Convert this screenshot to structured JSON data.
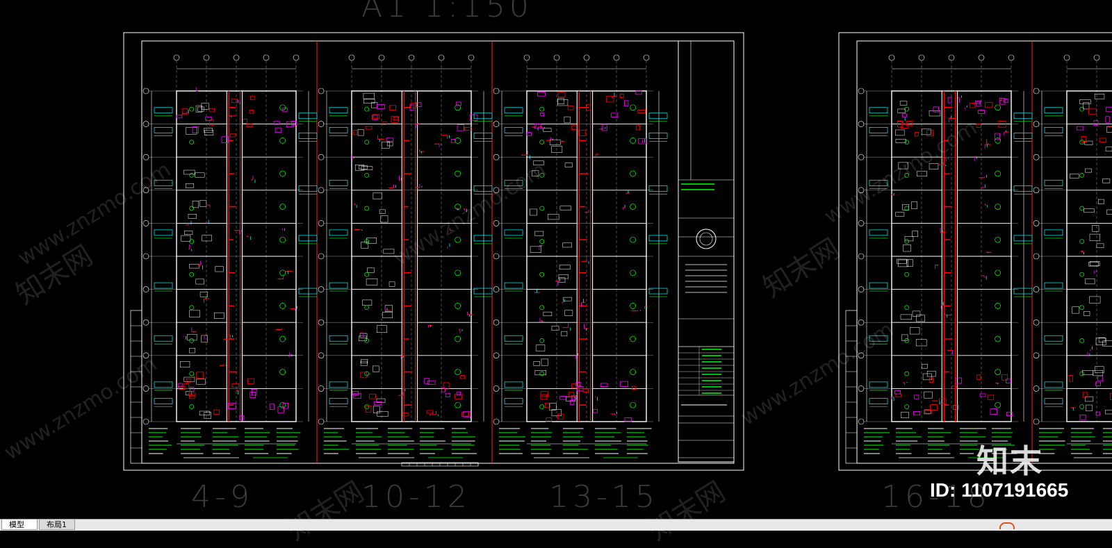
{
  "drawing": {
    "header_label": "A1   1:150",
    "floor_labels": [
      "4-9",
      "10-12",
      "13-15",
      "16-18"
    ],
    "scale_text": "1:150"
  },
  "watermarks": {
    "site": "www.znzmo.com",
    "brand": "知末网",
    "logo_text": "知末",
    "id_text": "ID: 1107191665"
  },
  "tabs": [
    {
      "label": "模型",
      "active": true
    },
    {
      "label": "布局1",
      "active": false
    }
  ],
  "colors": {
    "background": "#000000",
    "sheet_frame": "#ffffff",
    "divider": "#ff2020",
    "annotation": "#00ff00",
    "pipe": "#ff0000",
    "tag": "#00ffff",
    "fixture": "#ff00ff",
    "structure": "#ffffff"
  }
}
